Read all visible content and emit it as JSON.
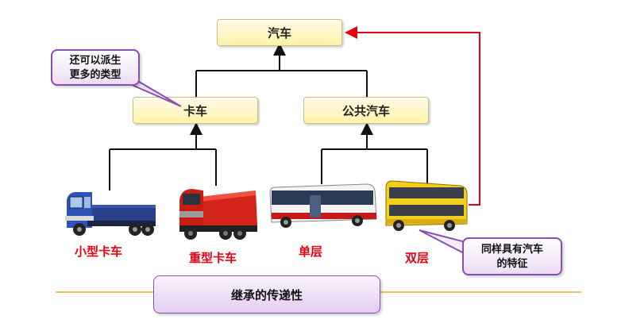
{
  "root": {
    "label": "汽车"
  },
  "categories": [
    {
      "label": "卡车"
    },
    {
      "label": "公共汽车"
    }
  ],
  "vehicles": [
    {
      "label": "小型卡车",
      "icon": "small-truck-icon"
    },
    {
      "label": "重型卡车",
      "icon": "dump-truck-icon"
    },
    {
      "label": "单层",
      "icon": "single-deck-bus-icon"
    },
    {
      "label": "双层",
      "icon": "double-deck-bus-icon"
    }
  ],
  "callout_derive": {
    "line1": "还可以派生",
    "line2": "更多的类型"
  },
  "callout_inherit": {
    "line1": "同样具有汽车",
    "line2": "的特征"
  },
  "banner": {
    "label": "继承的传递性"
  },
  "colors": {
    "connector": "#111111",
    "inherit_arrow": "#e60012",
    "label_text": "#e60012",
    "node_fill": "#fff2a8",
    "callout_border": "#8a4fb0",
    "baseline": "#f0c35a"
  }
}
